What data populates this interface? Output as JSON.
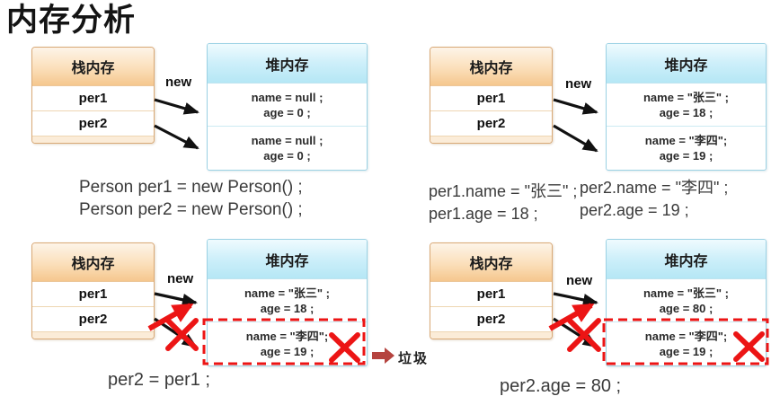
{
  "title": "内存分析",
  "labels": {
    "stack_header": "栈内存",
    "heap_header": "堆内存",
    "new": "new",
    "garbage": "垃圾"
  },
  "colors": {
    "stack_header_top": "#fdf4e8",
    "stack_header_bottom": "#f5c78e",
    "stack_border": "#d9a976",
    "heap_header_top": "#effbfe",
    "heap_header_bottom": "#b5e7f5",
    "heap_border": "#9cd2e4",
    "arrow_black": "#111111",
    "annotation_red": "#ec1515",
    "garbage_arrow_red": "#b5433f",
    "code_text": "#3a3a3a"
  },
  "panels": [
    {
      "id": "top-left",
      "stack_rows": [
        "per1",
        "per2"
      ],
      "heap_cells": [
        {
          "line1": "name = null ;",
          "line2": "age = 0 ;"
        },
        {
          "line1": "name = null ;",
          "line2": "age = 0 ;"
        }
      ],
      "code": [
        "Person per1 = new Person() ;",
        "Person per2 = new Person() ;"
      ]
    },
    {
      "id": "top-right",
      "stack_rows": [
        "per1",
        "per2"
      ],
      "heap_cells": [
        {
          "line1": "name = \"张三\" ;",
          "line2": "age = 18 ;"
        },
        {
          "line1": "name = \"李四\";",
          "line2": "age = 19 ;"
        }
      ],
      "code_col1": [
        "per1.name = \"张三\" ;",
        "per1.age = 18 ;"
      ],
      "code_col2": [
        "per2.name = \"李四\" ;",
        "per2.age = 19 ;"
      ]
    },
    {
      "id": "bottom-left",
      "stack_rows": [
        "per1",
        "per2"
      ],
      "heap_cells": [
        {
          "line1": "name = \"张三\" ;",
          "line2": "age = 18 ;"
        },
        {
          "line1": "name = \"李四\";",
          "line2": "age = 19 ;"
        }
      ],
      "code": [
        "per2 = per1 ;"
      ]
    },
    {
      "id": "bottom-right",
      "stack_rows": [
        "per1",
        "per2"
      ],
      "heap_cells": [
        {
          "line1": "name = \"张三\" ;",
          "line2": "age = 80 ;"
        },
        {
          "line1": "name = \"李四\";",
          "line2": "age = 19 ;"
        }
      ],
      "code": [
        "per2.age = 80 ;"
      ]
    }
  ]
}
